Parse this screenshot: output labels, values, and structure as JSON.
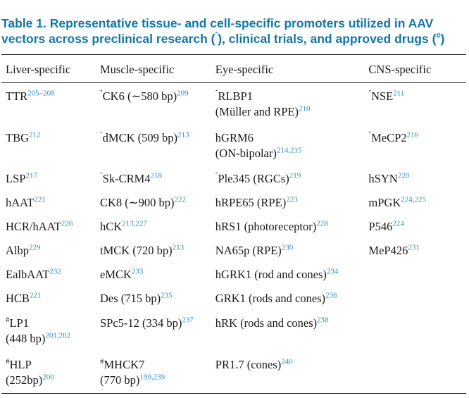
{
  "caption": {
    "text": "Table 1. Representative tissue- and cell-specific promoters utilized in AAV vectors across preclinical research (",
    "mark_preclinical": "ˆ",
    "text_mid": "), clinical trials, and approved drugs (",
    "mark_approved": "#",
    "text_end": ")"
  },
  "headers": [
    "Liver-specific",
    "Muscle-specific",
    "Eye-specific",
    "CNS-specific"
  ],
  "rows": [
    [
      {
        "pre": "",
        "name": "TTR",
        "refs": "205–208"
      },
      {
        "pre": "ˆ",
        "name": "CK6 (∼580 bp)",
        "refs": "209"
      },
      {
        "pre": "ˆ",
        "name": "RLBP1",
        "line2": "(Müller and RPE)",
        "refs": "210"
      },
      {
        "pre": "ˆ",
        "name": "NSE",
        "refs": "211"
      }
    ],
    [
      {
        "pre": "",
        "name": "TBG",
        "refs": "212"
      },
      {
        "pre": "ˆ",
        "name": "dMCK (509 bp)",
        "refs": "213"
      },
      {
        "pre": "",
        "name": "hGRM6",
        "line2": "(ON-bipolar)",
        "refs": "214,215"
      },
      {
        "pre": "ˆ",
        "name": "MeCP2",
        "refs": "216"
      }
    ],
    [
      {
        "pre": "",
        "name": "LSP",
        "refs": "217"
      },
      {
        "pre": "ˆ",
        "name": "Sk-CRM4",
        "refs": "218"
      },
      {
        "pre": "ˆ",
        "name": "Ple345 (RGCs)",
        "refs": "219"
      },
      {
        "pre": "",
        "name": "hSYN",
        "refs": "220"
      }
    ],
    [
      {
        "pre": "",
        "name": "hAAT",
        "refs": "221"
      },
      {
        "pre": "",
        "name": "CK8 (∼900 bp)",
        "refs": "222"
      },
      {
        "pre": "",
        "name": "hRPE65 (RPE)",
        "refs": "223"
      },
      {
        "pre": "",
        "name": "mPGK",
        "refs": "224,225"
      }
    ],
    [
      {
        "pre": "",
        "name": "HCR/hAAT",
        "refs": "226"
      },
      {
        "pre": "",
        "name": "hCK",
        "refs": "213,227"
      },
      {
        "pre": "",
        "name": "hRS1 (photoreceptor)",
        "refs": "228"
      },
      {
        "pre": "",
        "name": "P546",
        "refs": "224"
      }
    ],
    [
      {
        "pre": "",
        "name": "Albp",
        "refs": "229"
      },
      {
        "pre": "",
        "name": "tMCK (720 bp)",
        "refs": "213"
      },
      {
        "pre": "",
        "name": "NA65p (RPE)",
        "refs": "230"
      },
      {
        "pre": "",
        "name": "MeP426",
        "refs": "231"
      }
    ],
    [
      {
        "pre": "",
        "name": "EalbAAT",
        "refs": "232"
      },
      {
        "pre": "",
        "name": "eMCK",
        "refs": "233"
      },
      {
        "pre": "",
        "name": "hGRK1 (rod and cones)",
        "refs": "234"
      },
      null
    ],
    [
      {
        "pre": "",
        "name": "HCB",
        "refs": "221"
      },
      {
        "pre": "",
        "name": "Des (715 bp)",
        "refs": "235"
      },
      {
        "pre": "",
        "name": "GRK1 (rods and cones)",
        "refs": "236"
      },
      null
    ],
    [
      {
        "pre": "#",
        "name": "LP1",
        "line2": "(448 bp)",
        "refs": "201,202"
      },
      {
        "pre": "",
        "name": "SPc5-12 (334 bp)",
        "refs": "237"
      },
      {
        "pre": "",
        "name": "hRK (rods and cones)",
        "refs": "238"
      },
      null
    ],
    [
      {
        "pre": "#",
        "name": "HLP",
        "line2": "(252bp)",
        "refs": "200"
      },
      {
        "pre": "#",
        "name": "MHCK7",
        "line2": "(770 bp)",
        "refs": "199,239"
      },
      {
        "pre": "",
        "name": "PR1.7 (cones)",
        "refs": "240"
      },
      null
    ]
  ]
}
